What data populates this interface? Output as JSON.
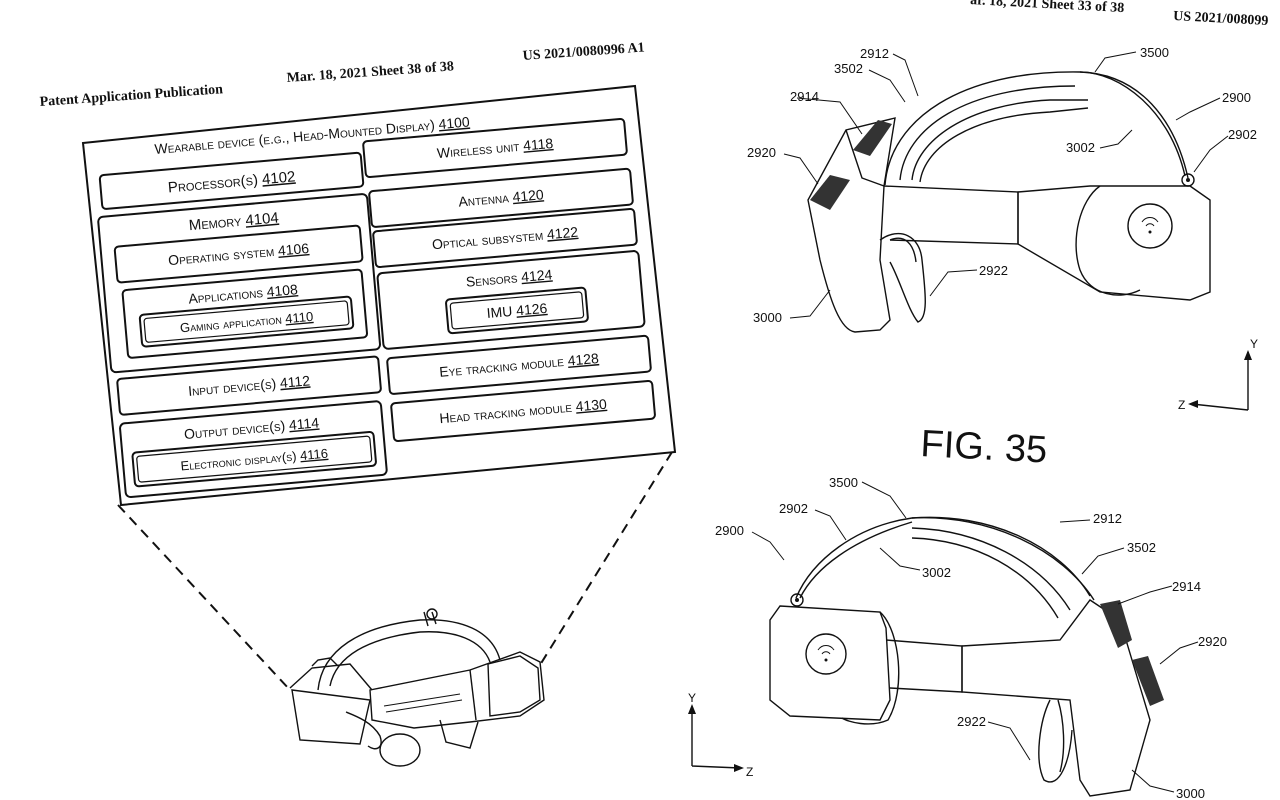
{
  "left_sheet": {
    "header_left": "Patent Application Publication",
    "header_mid": "Mar. 18, 2021  Sheet 38 of 38",
    "header_right": "US 2021/0080996 A1",
    "block": {
      "title": "Wearable device (e.g., Head-Mounted Display)",
      "title_ref": "4100",
      "processor": {
        "label": "Processor(s)",
        "ref": "4102"
      },
      "memory": {
        "label": "Memory",
        "ref": "4104"
      },
      "os": {
        "label": "Operating system",
        "ref": "4106"
      },
      "applications": {
        "label": "Applications",
        "ref": "4108"
      },
      "gaming": {
        "label": "Gaming application",
        "ref": "4110"
      },
      "input": {
        "label": "Input device(s)",
        "ref": "4112"
      },
      "output": {
        "label": "Output device(s)",
        "ref": "4114"
      },
      "display": {
        "label": "Electronic display(s)",
        "ref": "4116"
      },
      "wireless": {
        "label": "Wireless unit",
        "ref": "4118"
      },
      "antenna": {
        "label": "Antenna",
        "ref": "4120"
      },
      "optical": {
        "label": "Optical subsystem",
        "ref": "4122"
      },
      "sensors": {
        "label": "Sensors",
        "ref": "4124"
      },
      "imu": {
        "label": "IMU",
        "ref": "4126"
      },
      "eye": {
        "label": "Eye tracking module",
        "ref": "4128"
      },
      "head": {
        "label": "Head tracking module",
        "ref": "4130"
      }
    }
  },
  "right_sheet": {
    "header_left": "ar. 18, 2021  Sheet 33 of 38",
    "header_right": "US 2021/008099",
    "fig_label": "FIG. 35",
    "top_view": {
      "refs": [
        "3500",
        "2912",
        "3502",
        "2914",
        "2900",
        "2902",
        "3002",
        "2920",
        "2922",
        "3000"
      ],
      "axis_y": "Y",
      "axis_z": "Z"
    },
    "bottom_view": {
      "refs": [
        "3500",
        "2902",
        "2912",
        "2900",
        "3502",
        "3002",
        "2914",
        "2920",
        "2922",
        "3000"
      ],
      "axis_y": "Y",
      "axis_z": "Z"
    }
  }
}
